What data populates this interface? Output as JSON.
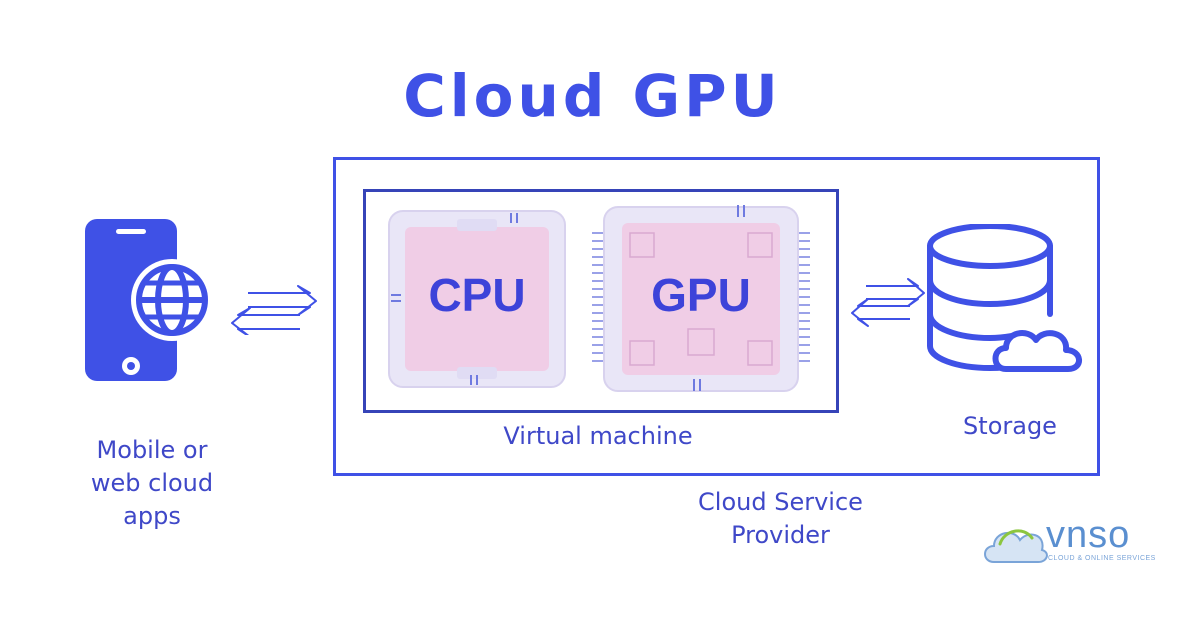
{
  "title": "Cloud GPU",
  "labels": {
    "mobile": "Mobile or web cloud apps",
    "virtual_machine": "Virtual machine",
    "storage": "Storage",
    "provider": "Cloud Service Provider"
  },
  "chips": {
    "cpu": "CPU",
    "gpu": "GPU"
  },
  "logo": {
    "name": "vnso",
    "tagline": "CLOUD & ONLINE SERVICES"
  },
  "colors": {
    "accent": "#3f51e6",
    "text": "#3f48c8",
    "chip": "#f0cde6",
    "logo_green": "#8cc63f",
    "logo_blue": "#5a8fd0"
  }
}
